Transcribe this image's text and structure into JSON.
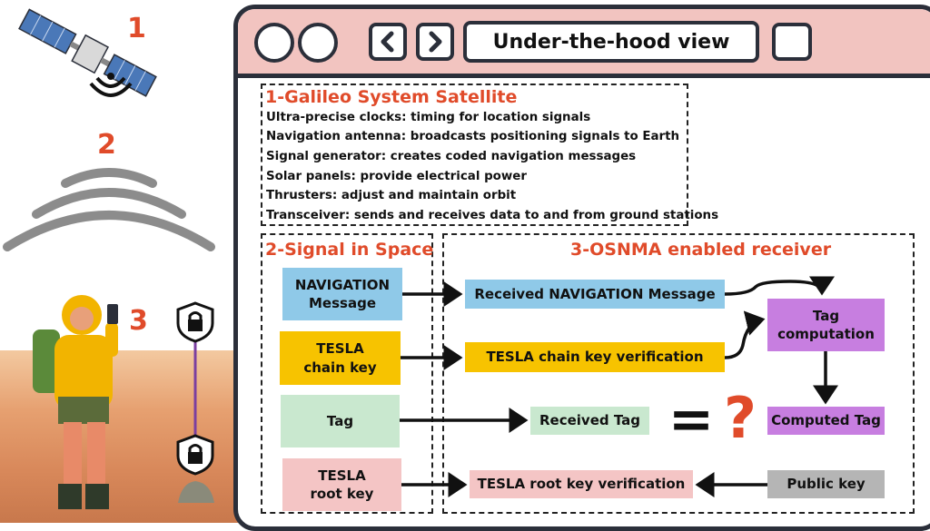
{
  "illustration": {
    "labels": [
      "1",
      "2",
      "3"
    ]
  },
  "window": {
    "title": "Under-the-hood view"
  },
  "section1": {
    "title": "1-Galileo System Satellite",
    "lines": [
      "Ultra-precise clocks: timing for location signals",
      "Navigation antenna: broadcasts positioning signals to Earth",
      "Signal generator: creates coded navigation messages",
      "Solar panels: provide electrical power",
      "Thrusters: adjust and maintain orbit",
      "Transceiver: sends and receives data to and from ground stations"
    ]
  },
  "section2": {
    "title": "2-Signal in Space",
    "boxes": {
      "nav_line1": "NAVIGATION",
      "nav_line2": "Message",
      "tesla_line1": "TESLA",
      "tesla_line2": "chain key",
      "tag": "Tag",
      "root_line1": "TESLA",
      "root_line2": "root key"
    }
  },
  "section3": {
    "title": "3-OSNMA enabled receiver",
    "boxes": {
      "received_nav": "Received NAVIGATION Message",
      "chain_verify": "TESLA chain key verification",
      "tag_comp_line1": "Tag",
      "tag_comp_line2": "computation",
      "received_tag": "Received Tag",
      "equals": "=",
      "question": "?",
      "computed_tag": "Computed Tag",
      "root_verify": "TESLA root key verification",
      "public_key": "Public key"
    }
  },
  "colors": {
    "accent": "#e04b2a",
    "navigation": "#8fc9e8",
    "tesla": "#f7c300",
    "tag": "#c9e8cf",
    "root": "#f4c5c5",
    "computation": "#c77ee0",
    "public_key": "#b5b5b5",
    "titlebar": "#f2c4c0"
  }
}
